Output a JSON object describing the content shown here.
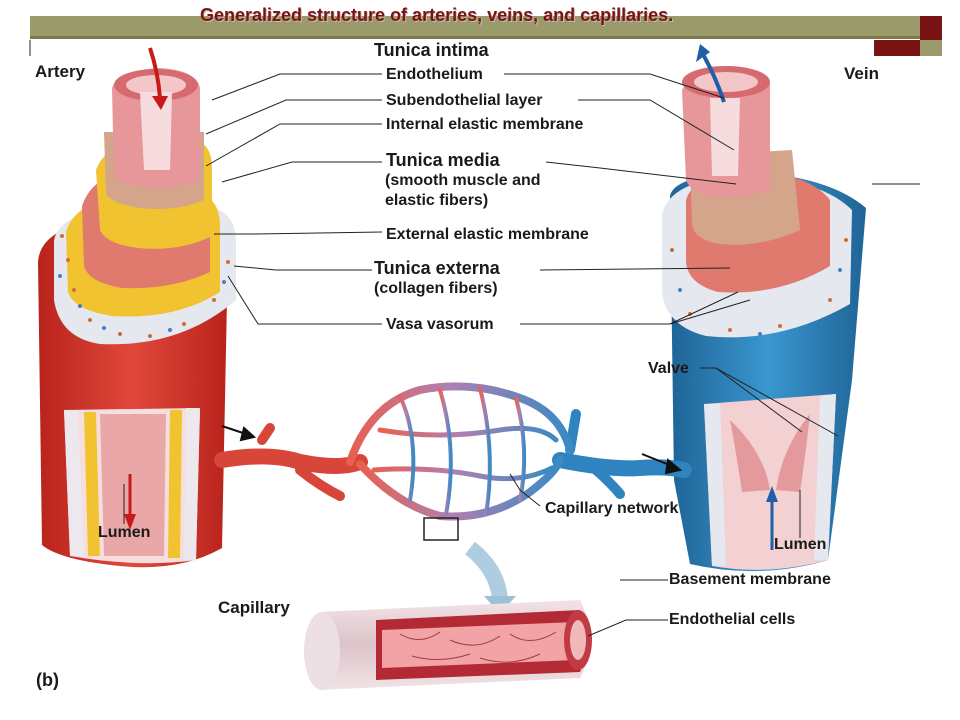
{
  "title": "Generalized structure of arteries, veins, and capillaries.",
  "labels": {
    "artery": "Artery",
    "vein": "Vein",
    "tunica_intima": "Tunica intima",
    "endothelium": "Endothelium",
    "subendothelial": "Subendothelial layer",
    "internal_elastic": "Internal elastic membrane",
    "tunica_media": "Tunica media",
    "media_desc_1": "(smooth muscle and",
    "media_desc_2": "elastic fibers)",
    "external_elastic": "External elastic membrane",
    "tunica_externa": "Tunica externa",
    "externa_desc": "(collagen fibers)",
    "vasa_vasorum": "Vasa vasorum",
    "valve": "Valve",
    "capillary_network": "Capillary network",
    "lumen_artery": "Lumen",
    "lumen_vein": "Lumen",
    "capillary": "Capillary",
    "basement_membrane": "Basement membrane",
    "endothelial_cells": "Endothelial cells",
    "panel": "(b)"
  },
  "colors": {
    "title": "#7a1414",
    "artery_outer": "#d8392c",
    "artery_inner": "#e9a0a0",
    "vein_outer": "#2b7fb8",
    "elastic_yellow": "#f2c331",
    "muscle": "#e07a6e",
    "externa_white": "#e8eaf0",
    "accent_maroon": "#7a1414"
  }
}
